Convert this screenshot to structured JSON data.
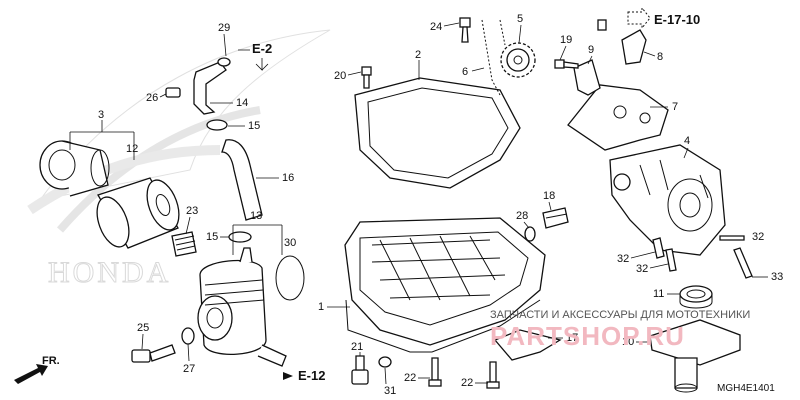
{
  "diagram": {
    "code": "MGH4E1401",
    "brand_watermark": "HONDA",
    "shop_watermark": "ЗАПЧАСТИ И АКСЕССУАРЫ ДЛЯ МОТОТЕХНИКИ",
    "shop_logo": "PARTSHOP.RU",
    "direction_label": "FR.",
    "refs": {
      "e2": "E-2",
      "e12": "E-12",
      "e1710": "E-17-10"
    },
    "callouts": {
      "c1": "1",
      "c2": "2",
      "c3": "3",
      "c4": "4",
      "c5": "5",
      "c6": "6",
      "c7": "7",
      "c8": "8",
      "c9": "9",
      "c10": "10",
      "c11": "11",
      "c12": "12",
      "c13": "13",
      "c14": "14",
      "c15a": "15",
      "c15b": "15",
      "c16": "16",
      "c17": "17",
      "c18": "18",
      "c19": "19",
      "c20": "20",
      "c21": "21",
      "c22a": "22",
      "c22b": "22",
      "c23": "23",
      "c24": "24",
      "c25": "25",
      "c26": "26",
      "c27": "27",
      "c28": "28",
      "c29": "29",
      "c30": "30",
      "c31": "31",
      "c32a": "32",
      "c32b": "32",
      "c32c": "32",
      "c33": "33"
    }
  }
}
